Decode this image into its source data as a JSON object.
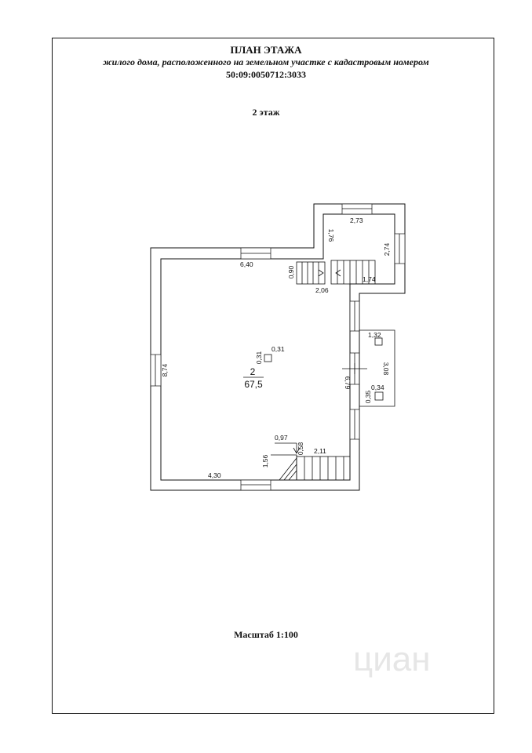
{
  "header": {
    "title": "ПЛАН ЭТАЖА",
    "subtitle": "жилого дома, расположенного на земельном участке с кадастровым номером",
    "cadastral_number": "50:09:0050712:3033",
    "floor": "2 этаж",
    "scale": "Масштаб 1:100"
  },
  "plan": {
    "room_number": "2",
    "room_area": "67,5",
    "dimensions": {
      "top_wall": "6,40",
      "left_wall": "8,74",
      "bottom_wall": "4,30",
      "right_wall": "6,79",
      "stair_top_left_height": "0,90",
      "stair_top_width": "2,06",
      "annex_top": "2,73",
      "annex_left": "1,76",
      "annex_right": "2,74",
      "annex_stair": "1,74",
      "stair_bottom_width": "0,97",
      "stair_bottom_height": "1,56",
      "stair_bottom_small": "0,58",
      "stair_bottom_run": "2,11",
      "column_a_w": "0,31",
      "column_a_h": "0,31",
      "porch_top": "1,32",
      "porch_right": "3,08",
      "column_b_w": "0,34",
      "column_b_h": "0,35"
    }
  },
  "watermark": "циан"
}
